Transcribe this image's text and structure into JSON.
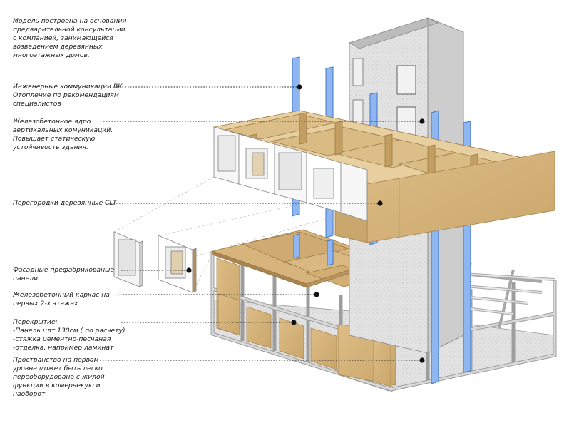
{
  "annotations": [
    {
      "id": "intro",
      "lines": [
        "Модель построена на основании",
        "предварительной консультации",
        "с компанией, занимающейся",
        "возведением деревянных",
        "многоэтажных домов."
      ]
    },
    {
      "id": "engineering",
      "lines": [
        "Инженерные коммуникации ВК.",
        "Отопление по рекомендациям",
        "специалистов"
      ]
    },
    {
      "id": "core",
      "lines": [
        "Железобетонное ядро",
        "вертикальных комуникаций.",
        "Повышает статическую",
        "устойчивость здания."
      ]
    },
    {
      "id": "clt",
      "lines": [
        "Перегородки деревянные CLT"
      ]
    },
    {
      "id": "facade",
      "lines": [
        "Фасадные префабрикованые",
        "панели"
      ]
    },
    {
      "id": "frame",
      "lines": [
        "Железобетонный каркас на",
        "первых 2-х этажах"
      ]
    },
    {
      "id": "slab",
      "lines": [
        "Перекрытие:",
        "-Панель цлт 130см ( по расчету)",
        "-стяжка цементно-песчаная",
        "-отделка, например ламинат"
      ]
    },
    {
      "id": "ground",
      "lines": [
        "Пространство на первом",
        "уровне может быть легко",
        "переоборудовано с жилой",
        "функции в комерчекую и",
        "наоборот."
      ]
    }
  ],
  "colors": {
    "timber": "#d4b27a",
    "timber_dark": "#a88550",
    "concrete": "#d6d6d6",
    "concrete_dark": "#a9a9a9",
    "pipe": "#8fb6f0",
    "pipe_edge": "#3f77c9",
    "text": "#1a1a1a"
  }
}
